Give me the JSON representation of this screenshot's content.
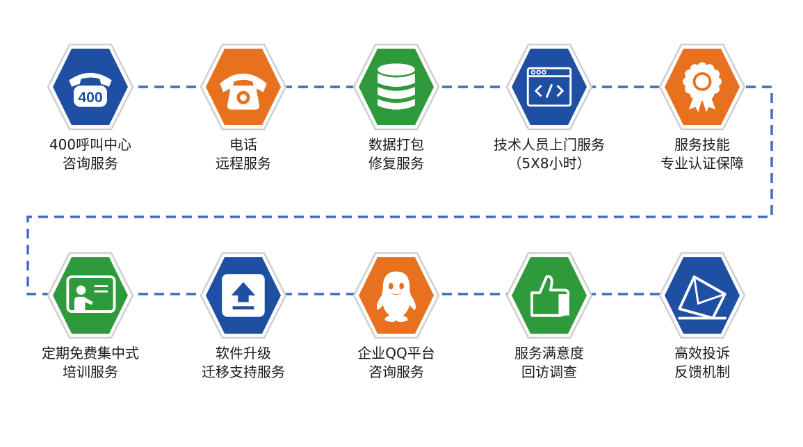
{
  "colors": {
    "blue": "#1f4fa3",
    "orange": "#e8711f",
    "green": "#2e9a3c",
    "connector": "#3a6fbf",
    "hex_border": "#cfcfcf"
  },
  "rows": [
    {
      "items": [
        {
          "color": "blue",
          "icon": "telephone-400-icon",
          "icon_text": "400",
          "line1": "400呼叫中心",
          "line2": "咨询服务"
        },
        {
          "color": "orange",
          "icon": "phone-handset-icon",
          "line1": "电话",
          "line2": "远程服务"
        },
        {
          "color": "green",
          "icon": "database-icon",
          "line1": "数据打包",
          "line2": "修复服务"
        },
        {
          "color": "blue",
          "icon": "code-window-icon",
          "line1": "技术人员上门服务",
          "line2": "（5X8小时）"
        },
        {
          "color": "orange",
          "icon": "award-badge-icon",
          "line1": "服务技能",
          "line2": "专业认证保障"
        }
      ]
    },
    {
      "items": [
        {
          "color": "green",
          "icon": "training-board-icon",
          "line1": "定期免费集中式",
          "line2": "培训服务"
        },
        {
          "color": "blue",
          "icon": "upload-icon",
          "line1": "软件升级",
          "line2": "迁移支持服务"
        },
        {
          "color": "orange",
          "icon": "qq-penguin-icon",
          "line1": "企业QQ平台",
          "line2": "咨询服务"
        },
        {
          "color": "green",
          "icon": "thumbs-up-icon",
          "line1": "服务满意度",
          "line2": "回访调查"
        },
        {
          "color": "blue",
          "icon": "complaint-envelope-icon",
          "line1": "高效投诉",
          "line2": "反馈机制"
        }
      ]
    }
  ]
}
